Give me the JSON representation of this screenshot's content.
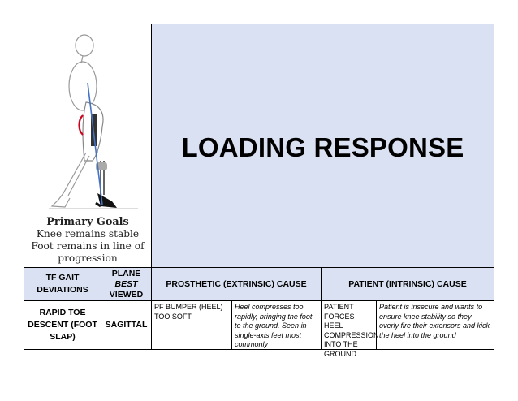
{
  "slide": {
    "title": "LOADING RESPONSE"
  },
  "goals": {
    "heading": "Primary Goals",
    "lines": [
      "Knee remains stable",
      "Foot remains in line of",
      "progression"
    ]
  },
  "table": {
    "headers": {
      "deviation": "TF GAIT DEVIATIONS",
      "plane_line1": "PLANE",
      "plane_line2": "BEST",
      "plane_line3": "VIEWED",
      "prosthetic": "PROSTHETIC (EXTRINSIC) CAUSE",
      "patient": "PATIENT (INTRINSIC) CAUSE"
    },
    "row": {
      "deviation": "RAPID TOE DESCENT (FOOT SLAP)",
      "plane": "SAGITTAL",
      "prosthetic_cause": "PF BUMPER (HEEL) TOO SOFT",
      "prosthetic_detail": "Heel compresses too rapidly, bringing the foot to the ground.  Seen in single-axis feet most commonly",
      "patient_cause": "PATIENT FORCES HEEL COMPRESSION INTO THE GROUND",
      "patient_detail": "Patient is insecure and wants to ensure knee stability so they overly fire their extensors and kick the heel into the ground"
    }
  },
  "colors": {
    "panel_blue": "#d9e1f2",
    "line_blue": "#4472c4",
    "hip_red": "#d0021b"
  }
}
